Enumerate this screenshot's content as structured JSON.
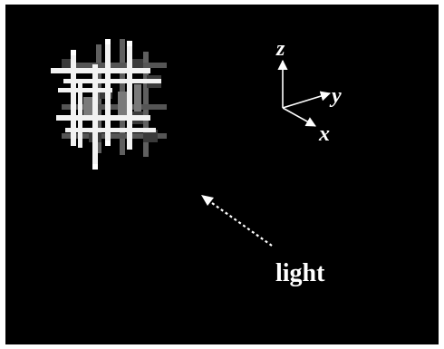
{
  "axes": {
    "x_label": "x",
    "y_label": "y",
    "z_label": "z"
  },
  "light": {
    "label": "light"
  },
  "colors": {
    "background": "#000000",
    "frame": "#ffffff",
    "lattice_lit": "#f2f2f2",
    "lattice_shadow": "#6e6e6e",
    "lattice_deep_shadow": "#3a3a3a",
    "axes": "#ffffff"
  }
}
